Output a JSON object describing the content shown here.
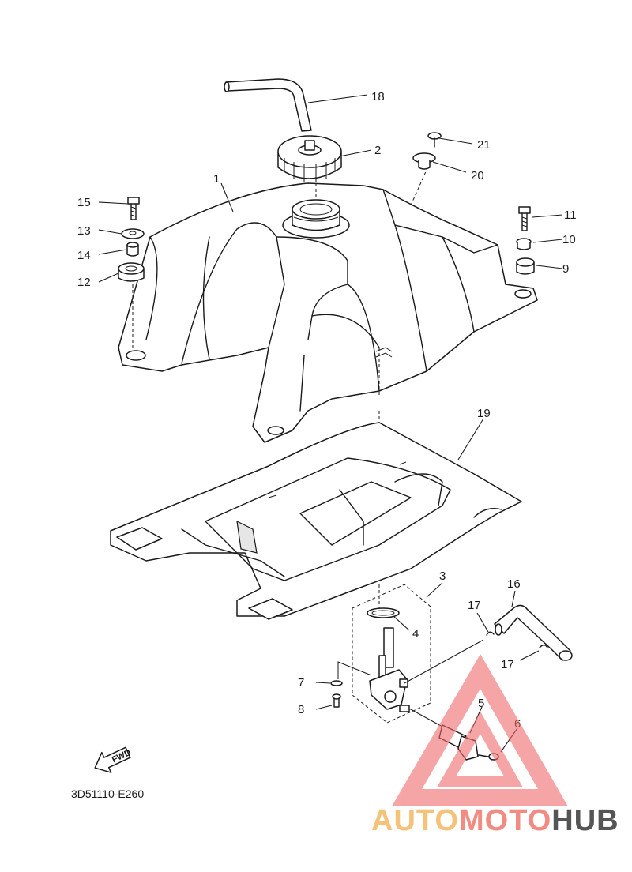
{
  "callouts": [
    {
      "id": "c1",
      "label": "1"
    },
    {
      "id": "c2",
      "label": "2"
    },
    {
      "id": "c3",
      "label": "3"
    },
    {
      "id": "c4",
      "label": "4"
    },
    {
      "id": "c5",
      "label": "5"
    },
    {
      "id": "c6",
      "label": "6"
    },
    {
      "id": "c7",
      "label": "7"
    },
    {
      "id": "c8",
      "label": "8"
    },
    {
      "id": "c9",
      "label": "9"
    },
    {
      "id": "c10",
      "label": "10"
    },
    {
      "id": "c11",
      "label": "11"
    },
    {
      "id": "c12",
      "label": "12"
    },
    {
      "id": "c13",
      "label": "13"
    },
    {
      "id": "c14",
      "label": "14"
    },
    {
      "id": "c15",
      "label": "15"
    },
    {
      "id": "c16",
      "label": "16"
    },
    {
      "id": "c17a",
      "label": "17"
    },
    {
      "id": "c17b",
      "label": "17"
    },
    {
      "id": "c18",
      "label": "18"
    },
    {
      "id": "c19",
      "label": "19"
    },
    {
      "id": "c20",
      "label": "20"
    },
    {
      "id": "c21",
      "label": "21"
    }
  ],
  "diagram_code": "3D51110-E260",
  "fwd_label": "FWD",
  "watermark": {
    "part1": "AUTO",
    "part2": "MOTO",
    "part3": "HUB",
    "color1": "#f5c27a",
    "color2": "#f28b82",
    "color3": "#555555",
    "triangle_color": "#f06b6b"
  }
}
